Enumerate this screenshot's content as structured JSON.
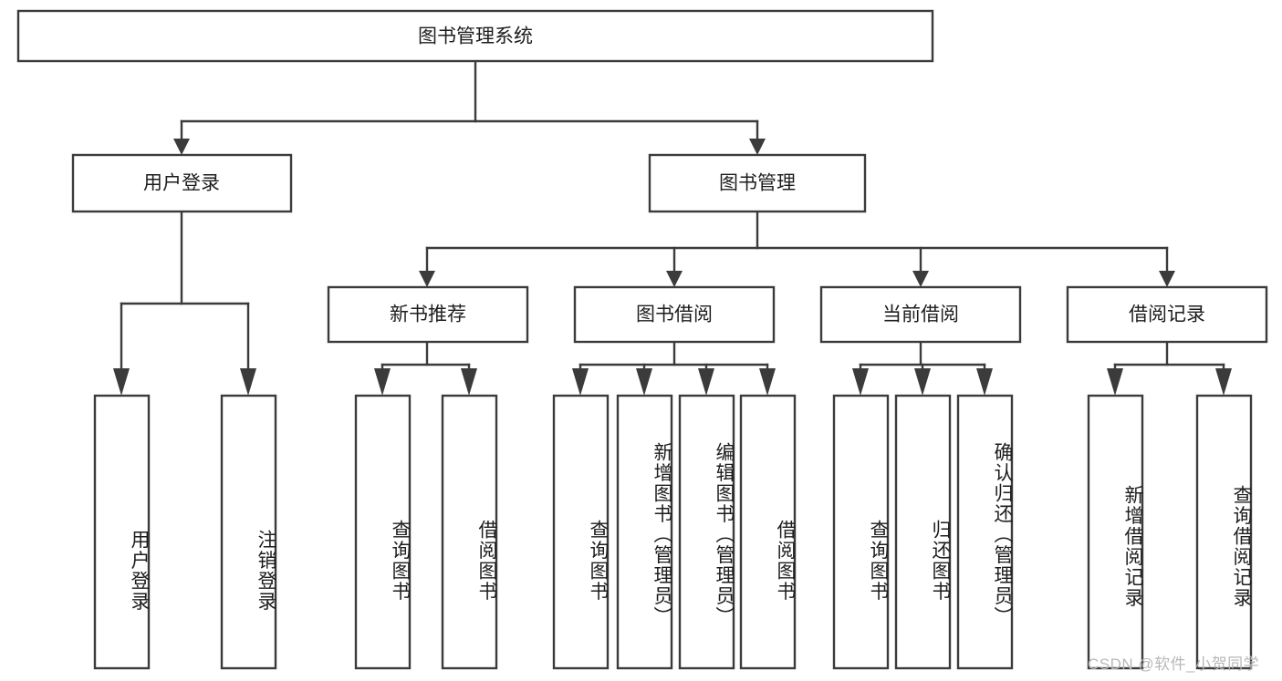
{
  "diagram": {
    "type": "tree-hierarchy",
    "title_node": {
      "label": "图书管理系统"
    },
    "level2": [
      {
        "label": "用户登录"
      },
      {
        "label": "图书管理"
      }
    ],
    "level3": [
      {
        "label": "新书推荐"
      },
      {
        "label": "图书借阅"
      },
      {
        "label": "当前借阅"
      },
      {
        "label": "借阅记录"
      }
    ],
    "leaves": {
      "user_login": [
        {
          "label": "用户登录"
        },
        {
          "label": "注销登录"
        }
      ],
      "new_book_recommend": [
        {
          "label": "查询图书"
        },
        {
          "label": "借阅图书"
        }
      ],
      "book_borrow": [
        {
          "label": "查询图书"
        },
        {
          "label": "新增图书（管理员）"
        },
        {
          "label": "编辑图书（管理员）"
        },
        {
          "label": "借阅图书"
        }
      ],
      "current_borrow": [
        {
          "label": "查询图书"
        },
        {
          "label": "归还图书"
        },
        {
          "label": "确认归还（管理员）"
        }
      ],
      "borrow_record": [
        {
          "label": "新增借阅记录"
        },
        {
          "label": "查询借阅记录"
        }
      ]
    }
  },
  "watermark": {
    "text": "CSDN @软件_小贺同学"
  },
  "colors": {
    "box_stroke": "#3b3b3b",
    "box_fill": "#ffffff",
    "text": "#1d1d1d",
    "watermark": "#b8b8b8",
    "background": "#ffffff"
  }
}
